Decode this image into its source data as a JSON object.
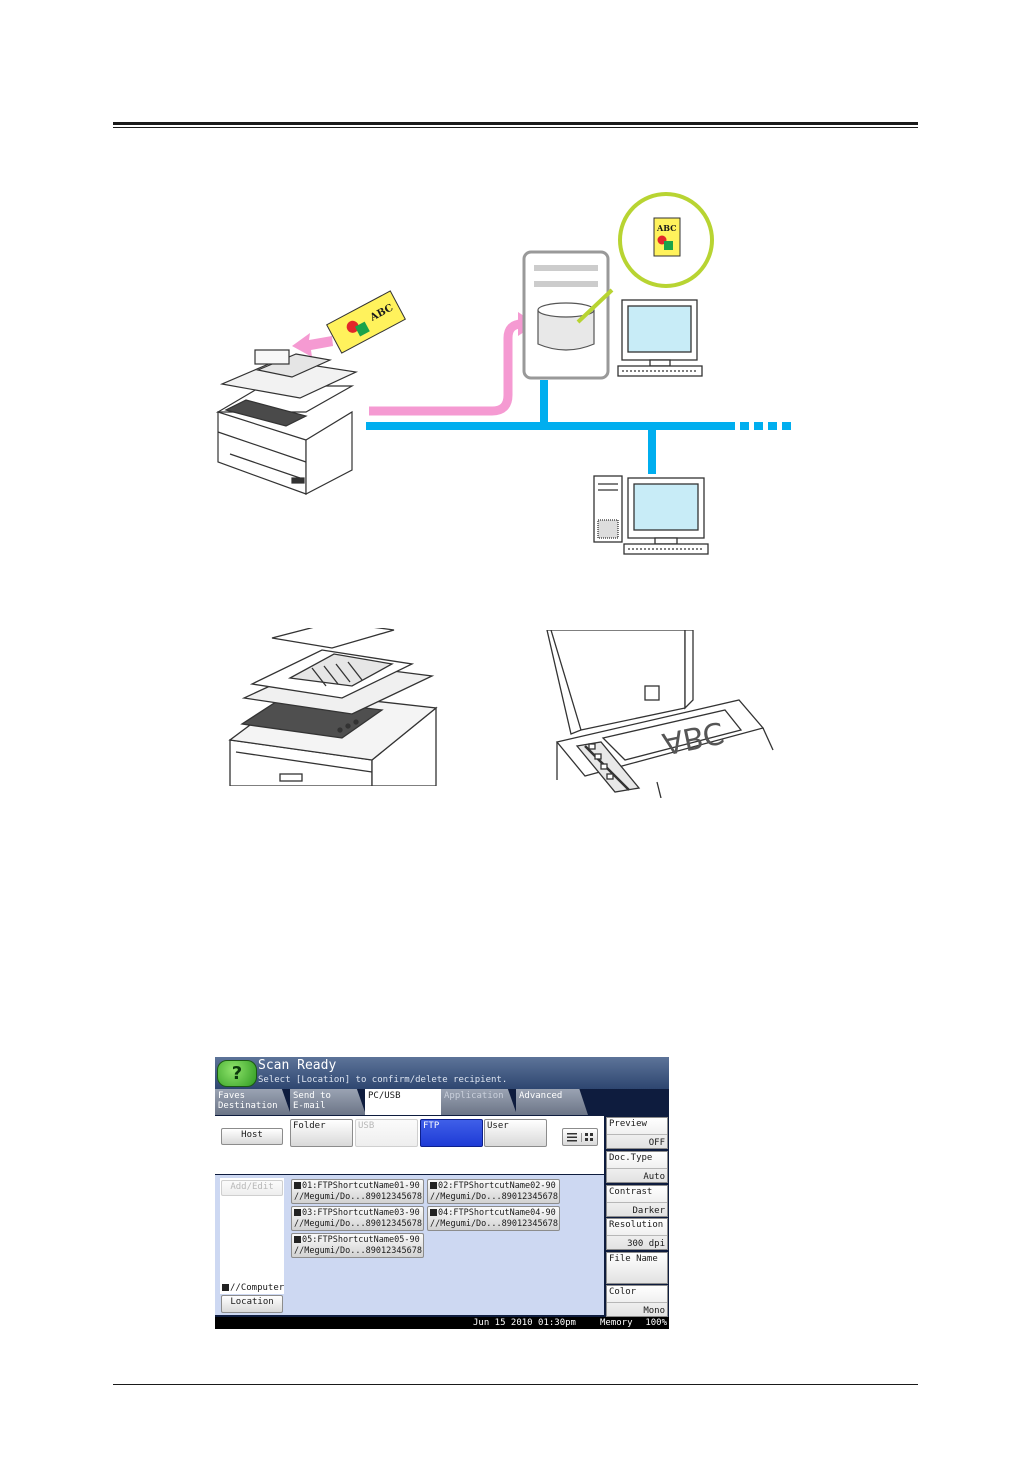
{
  "diagram": {
    "paper_label": "ABC",
    "bubble_label": "ABC",
    "glass_label": "ABC"
  },
  "screen": {
    "help_icon": "?",
    "title": "Scan Ready",
    "subtitle": "Select [Location] to confirm/delete recipient.",
    "tabs": [
      {
        "line1": "Faves",
        "line2": "Destination"
      },
      {
        "line1": "Send to",
        "line2": "E-mail"
      },
      {
        "line1": "PC/USB",
        "line2": ""
      },
      {
        "line1": "Application",
        "line2": ""
      },
      {
        "line1": "Advanced",
        "line2": ""
      }
    ],
    "host_label": "Host",
    "categories": {
      "folder": "Folder",
      "usb": "USB",
      "ftp": "FTP",
      "user": "User"
    },
    "add_edit_label": "Add/Edit",
    "entries": [
      {
        "name": "01:FTPShortcutName01-90",
        "path": "//Megumi/Do...89012345678"
      },
      {
        "name": "02:FTPShortcutName02-90",
        "path": "//Megumi/Do...89012345678"
      },
      {
        "name": "03:FTPShortcutName03-90",
        "path": "//Megumi/Do...89012345678"
      },
      {
        "name": "04:FTPShortcutName04-90",
        "path": "//Megumi/Do...89012345678"
      },
      {
        "name": "05:FTPShortcutName05-90",
        "path": "//Megumi/Do...89012345678"
      }
    ],
    "location_path": "//Computer",
    "location_label": "Location",
    "settings": [
      {
        "label": "Preview",
        "value": "OFF"
      },
      {
        "label": "Doc.Type",
        "value": "Auto"
      },
      {
        "label": "Contrast",
        "value": "Darker"
      },
      {
        "label": "Resolution",
        "value": "300 dpi"
      },
      {
        "label": "File Name",
        "value": ""
      },
      {
        "label": "Color",
        "value": "Mono"
      }
    ],
    "status": {
      "datetime": "Jun 15 2010 01:30pm",
      "memory_label": "Memory",
      "memory_value": "100%"
    }
  }
}
